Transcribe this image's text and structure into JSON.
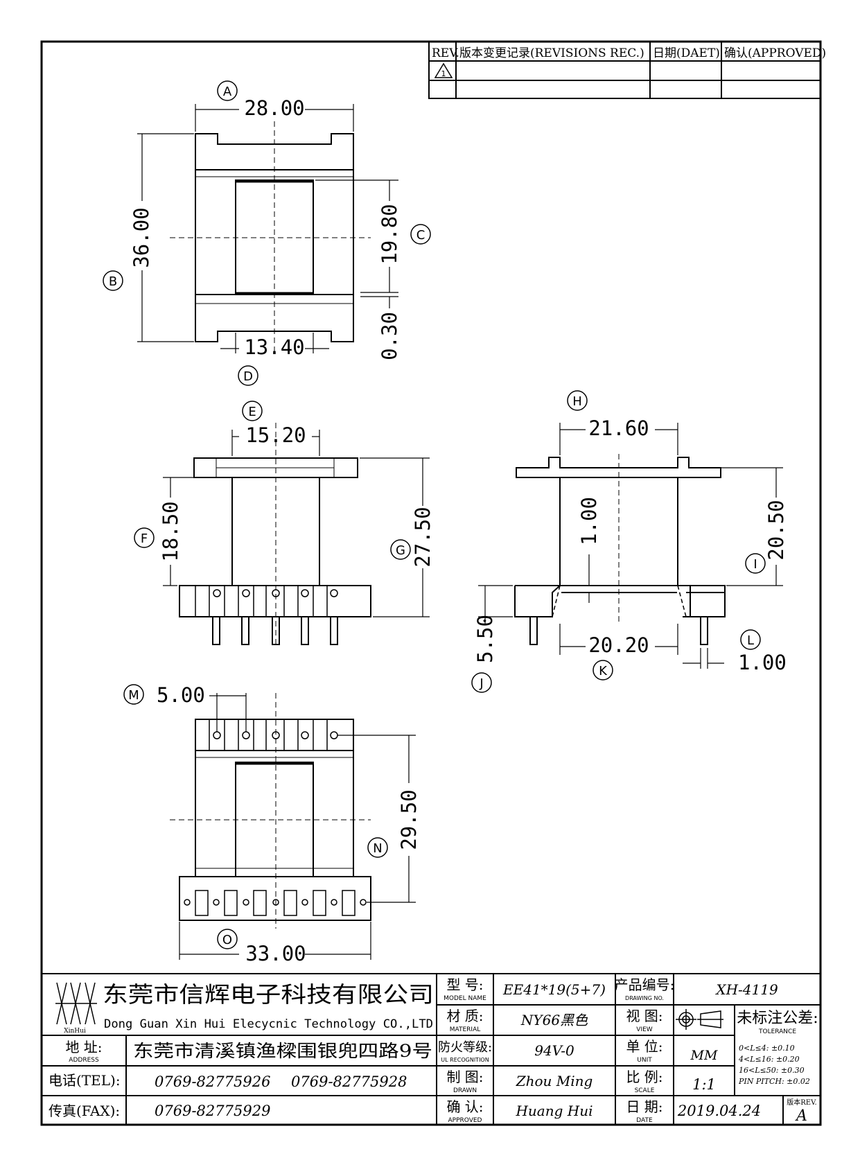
{
  "revision_table": {
    "rev_header": "REV.",
    "records_header": "版本变更记录(REVISIONS REC.)",
    "date_header": "日期(DAET)",
    "approved_header": "确认(APPROVED)",
    "rev_mark": "1"
  },
  "views": {
    "top": {
      "balloons": {
        "a": "A",
        "b": "B",
        "c": "C",
        "d": "D"
      },
      "dims": {
        "width": "28.00",
        "height": "36.00",
        "window": "19.80",
        "gap": "0.30",
        "core": "13.40"
      }
    },
    "front": {
      "balloons": {
        "e": "E",
        "f": "F",
        "g": "G"
      },
      "dims": {
        "core_width": "15.20",
        "upper": "18.50",
        "total": "27.50"
      }
    },
    "side": {
      "balloons": {
        "h": "H",
        "i": "I",
        "j": "J",
        "k": "K",
        "l": "L"
      },
      "dims": {
        "top_width": "21.60",
        "height": "20.50",
        "wall": "1.00",
        "base": "5.50",
        "inner": "20.20",
        "pin": "1.00"
      }
    },
    "bottom": {
      "balloons": {
        "m": "M",
        "n": "N",
        "o": "O"
      },
      "dims": {
        "pitch": "5.00",
        "pin_span": "29.50",
        "total_width": "33.00"
      }
    }
  },
  "title_block": {
    "company_cn": "东莞市信辉电子科技有限公司",
    "company_en": "Dong Guan Xin Hui Elecycnic Technology CO.,LTD",
    "logo_text": "XinHui",
    "address_label": "地  址:",
    "address_label_en": "ADDRESS",
    "address": "东莞市清溪镇渔樑围银兜四路9号",
    "tel_label": "电话(TEL):",
    "tel_1": "0769-82775926",
    "tel_2": "0769-82775928",
    "fax_label": "传真(FAX):",
    "fax": "0769-82775929",
    "model_label": "型  号:",
    "model_label_en": "MODEL NAME",
    "model": "EE41*19(5+7)",
    "material_label": "材  质:",
    "material_label_en": "MATERIAL",
    "material": "NY66黑色",
    "ul_label": "防火等级:",
    "ul_label_en": "UL RECOGNITION",
    "ul": "94V-0",
    "drawn_label": "制  图:",
    "drawn_label_en": "DRAWN",
    "drawn": "Zhou Ming",
    "approved_label": "确  认:",
    "approved_label_en": "APPROVED",
    "approved": "Huang Hui",
    "drawing_no_label": "产品编号:",
    "drawing_no_label_en": "DRAWING NO.",
    "drawing_no": "XH-4119",
    "view_label": "视  图:",
    "view_label_en": "VIEW",
    "unit_label": "单  位:",
    "unit_label_en": "UNIT",
    "unit": "MM",
    "scale_label": "比  例:",
    "scale_label_en": "SCALE",
    "scale": "1:1",
    "date_label": "日  期:",
    "date_label_en": "DATE",
    "date": "2019.04.24",
    "tolerance_title": "未标注公差:",
    "tolerance_title_en": "TOLERANCE",
    "tol_1": "0<L≤4:  ±0.10",
    "tol_2": "4<L≤16:  ±0.20",
    "tol_3": "16<L≤50:  ±0.30",
    "tol_4": "PIN PITCH:  ±0.02",
    "rev_label": "版本REV.",
    "rev": "A"
  }
}
